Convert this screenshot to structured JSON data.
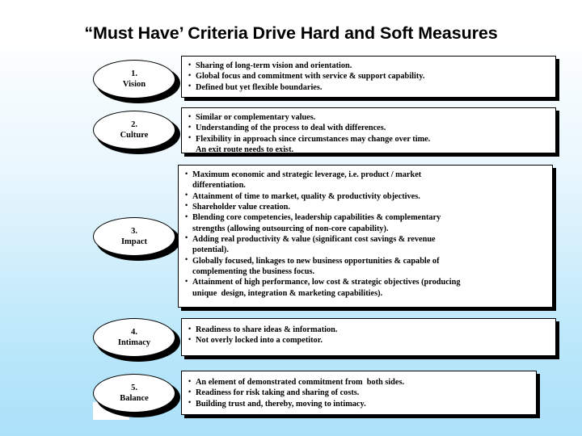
{
  "slide": {
    "title": "“Must Have’ Criteria Drive Hard and Soft Measures",
    "background_top_color": "#ffffff",
    "background_bottom_color": "#ade1fa",
    "box_fill_color": "#ffffff",
    "box_border_color": "#000000",
    "shadow_color": "#000000"
  },
  "rows": [
    {
      "number": "1.",
      "label": "Vision",
      "bullets": [
        {
          "text": "Sharing of long-term vision and orientation.",
          "continuation": false
        },
        {
          "text": "Global focus and commitment with service & support capability.",
          "continuation": false
        },
        {
          "text": "Defined but yet flexible boundaries.",
          "continuation": false
        }
      ]
    },
    {
      "number": "2.",
      "label": "Culture",
      "bullets": [
        {
          "text": "Similar or complementary values.",
          "continuation": false
        },
        {
          "text": "Understanding of the process to deal with differences.",
          "continuation": false
        },
        {
          "text": "Flexibility in approach since circumstances may change over time.",
          "continuation": false
        },
        {
          "text": "An exit route needs to exist.",
          "continuation": true
        }
      ]
    },
    {
      "number": "3.",
      "label": "Impact",
      "bullets": [
        {
          "text": "Maximum economic and strategic leverage, i.e. product / market",
          "continuation": false
        },
        {
          "text": "differentiation.",
          "continuation": true
        },
        {
          "text": "Attainment of time to market, quality & productivity objectives.",
          "continuation": false
        },
        {
          "text": "Shareholder value creation.",
          "continuation": false
        },
        {
          "text": "Blending core competencies, leadership capabilities & complementary",
          "continuation": false
        },
        {
          "text": "strengths (allowing outsourcing of non-core capability).",
          "continuation": true
        },
        {
          "text": "Adding real productivity & value (significant cost savings & revenue",
          "continuation": false
        },
        {
          "text": "potential).",
          "continuation": true
        },
        {
          "text": "Globally focused, linkages to new business opportunities & capable of",
          "continuation": false
        },
        {
          "text": "complementing the business focus.",
          "continuation": true
        },
        {
          "text": "Attainment of high performance, low cost & strategic objectives (producing",
          "continuation": false
        },
        {
          "text": "unique  design, integration & marketing capabilities).",
          "continuation": true
        }
      ]
    },
    {
      "number": "4.",
      "label": "Intimacy",
      "bullets": [
        {
          "text": "Readiness to share ideas & information.",
          "continuation": false
        },
        {
          "text": "Not overly locked into a competitor.",
          "continuation": false
        }
      ]
    },
    {
      "number": "5.",
      "label": "Balance",
      "bullets": [
        {
          "text": "An element of demonstrated commitment from  both sides.",
          "continuation": false
        },
        {
          "text": "Readiness for risk taking and sharing of costs.",
          "continuation": false
        },
        {
          "text": "Building trust and, thereby, moving to intimacy.",
          "continuation": false
        }
      ]
    }
  ]
}
